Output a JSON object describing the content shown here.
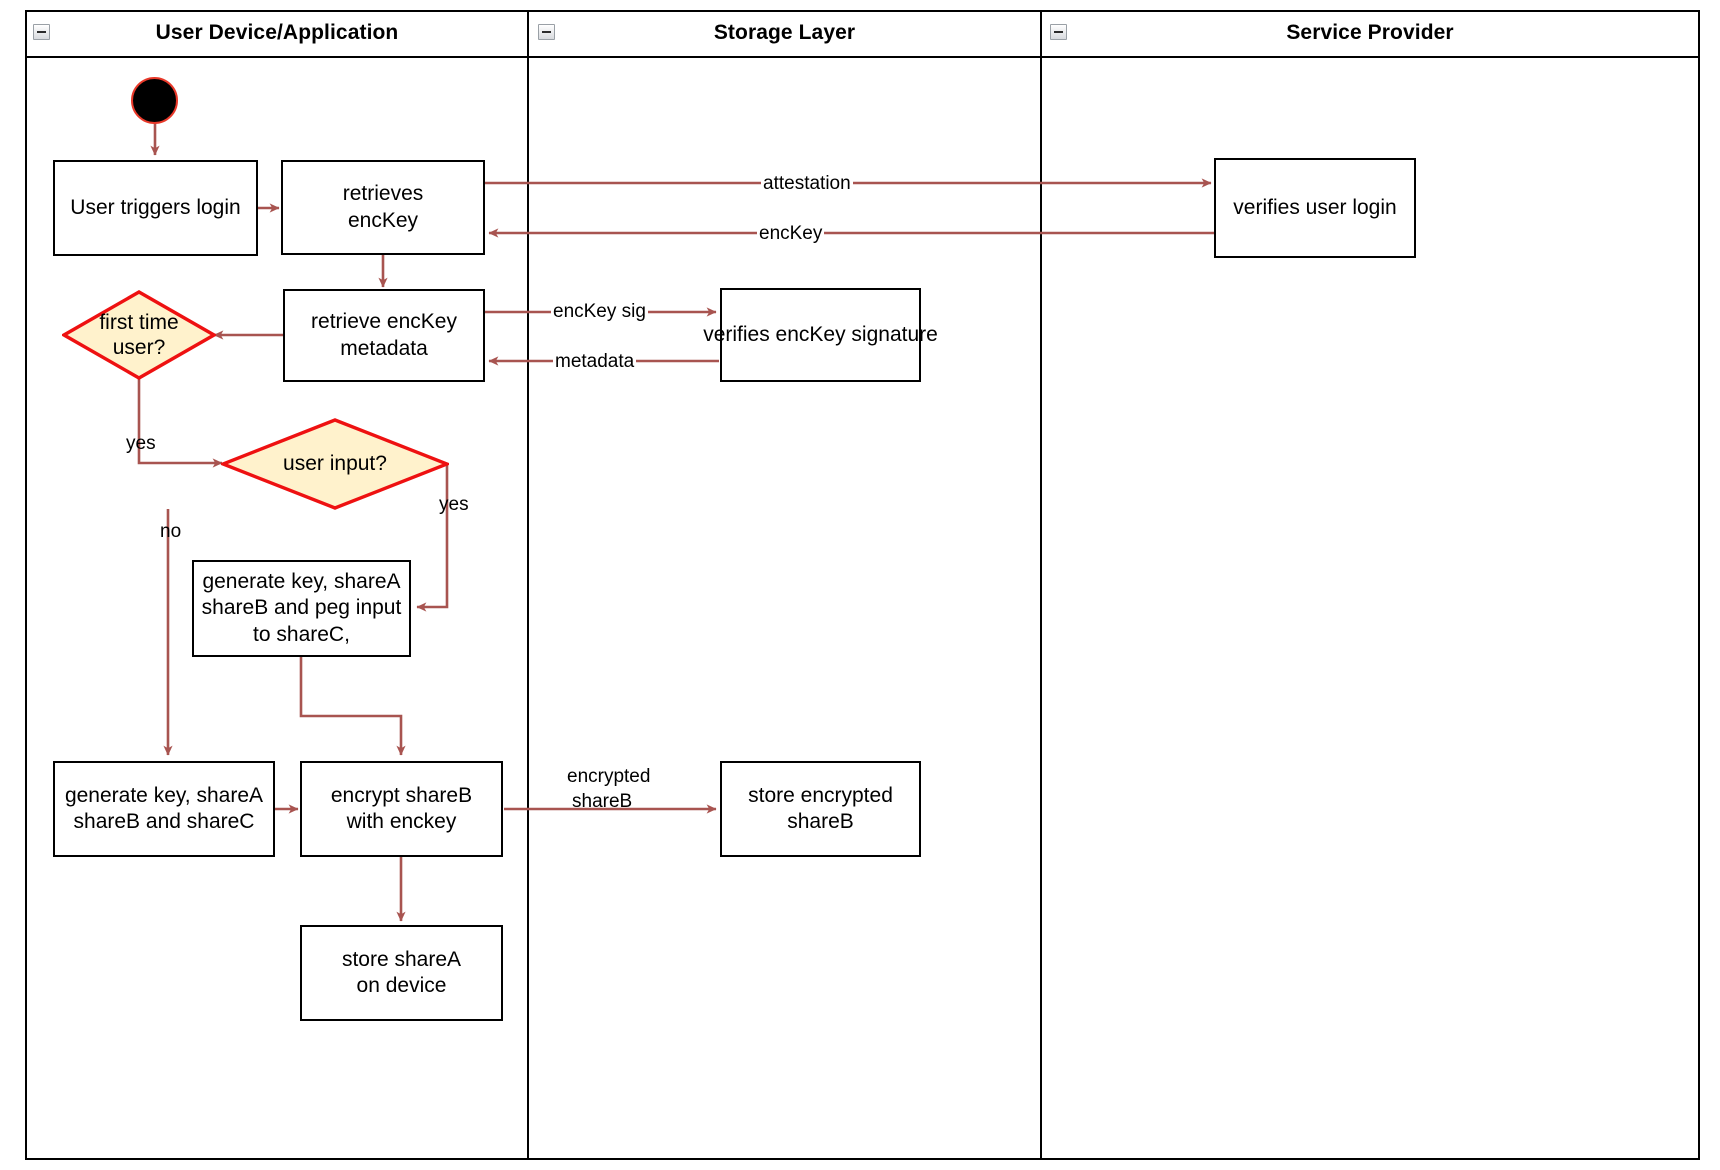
{
  "diagram": {
    "type": "uml-activity-swimlane",
    "title": "User login key-share provisioning flow",
    "colors": {
      "edge": "#A85450",
      "node_border": "#000000",
      "node_fill": "#FFFFFF",
      "decision_fill": "#FFF2CC",
      "decision_border": "#EE1111",
      "start_fill": "#000000",
      "start_border": "#E8392A",
      "lane_border": "#000000",
      "text": "#000000"
    }
  },
  "lanes": [
    {
      "id": "lane-user-device",
      "label": "User Device/Application",
      "collapse_icon": "collapse-minus-icon"
    },
    {
      "id": "lane-storage",
      "label": "Storage Layer",
      "collapse_icon": "collapse-minus-icon"
    },
    {
      "id": "lane-service-provider",
      "label": "Service Provider",
      "collapse_icon": "collapse-minus-icon"
    }
  ],
  "nodes": {
    "start": {
      "name": "start-node",
      "shape": "initial-node",
      "label": ""
    },
    "user_triggers_login": {
      "label": "User triggers login",
      "shape": "action",
      "lane": "lane-user-device"
    },
    "retrieves_enckey": {
      "label": "retrieves\nencKey",
      "line1": "retrieves",
      "line2": "encKey",
      "shape": "action",
      "lane": "lane-user-device"
    },
    "retrieve_enckey_metadata": {
      "line1": "retrieve encKey",
      "line2": "metadata",
      "shape": "action",
      "lane": "lane-user-device"
    },
    "first_time_user": {
      "line1": "first time",
      "line2": "user?",
      "shape": "decision",
      "lane": "lane-user-device"
    },
    "user_input": {
      "line1": "user input?",
      "shape": "decision",
      "lane": "lane-user-device"
    },
    "generate_peg": {
      "line1": "generate key, shareA",
      "line2": "shareB and peg input",
      "line3": "to shareC,",
      "shape": "action",
      "lane": "lane-user-device"
    },
    "generate_shares": {
      "line1": "generate key, shareA",
      "line2": "shareB and shareC",
      "shape": "action",
      "lane": "lane-user-device"
    },
    "encrypt_shareb": {
      "line1": "encrypt shareB",
      "line2": "with enckey",
      "shape": "action",
      "lane": "lane-user-device"
    },
    "store_sharea": {
      "line1": "store shareA",
      "line2": "on device",
      "shape": "action",
      "lane": "lane-user-device"
    },
    "verifies_enckey_signature": {
      "line1": "verifies encKey signature",
      "shape": "action",
      "lane": "lane-storage"
    },
    "store_encrypted_shareb": {
      "line1": "store encrypted",
      "line2": "shareB",
      "shape": "action",
      "lane": "lane-storage"
    },
    "verifies_user_login": {
      "line1": "verifies user login",
      "shape": "action",
      "lane": "lane-service-provider"
    }
  },
  "edge_labels": {
    "attestation": "attestation",
    "enckey": "encKey",
    "enckey_sig": "encKey sig",
    "metadata": "metadata",
    "yes_first_time": "yes",
    "yes_user_input": "yes",
    "no_user_input": "no",
    "encrypted_shareb_l1": "encrypted",
    "encrypted_shareb_l2": "shareB"
  }
}
